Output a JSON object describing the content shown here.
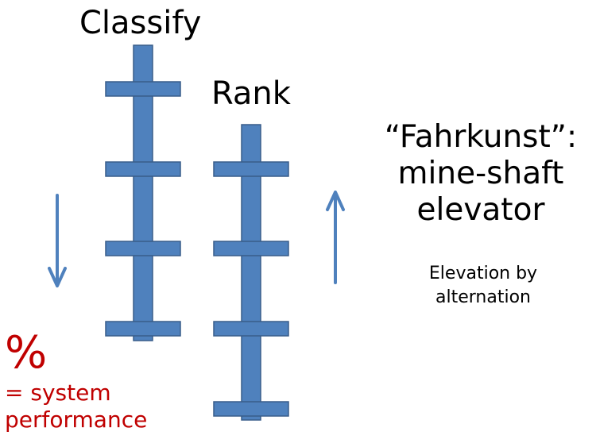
{
  "labels": {
    "classify": "Classify",
    "rank": "Rank",
    "headline_line1": "“Fahrkunst”:",
    "headline_line2": "mine-shaft",
    "headline_line3": "elevator",
    "caption_line1": "Elevation by",
    "caption_line2": "alternation",
    "percent_symbol": "%",
    "percent_line1": "= system",
    "percent_line2": "performance"
  },
  "colors": {
    "shaft": "#4f81bd",
    "shaft_border": "#385d8a",
    "arrow": "#4f81bd",
    "accent": "#c00000"
  },
  "diagram": {
    "left_rod": {
      "name": "Classify",
      "platforms": 4,
      "motion": "down"
    },
    "right_rod": {
      "name": "Rank",
      "platforms": 4,
      "motion": "up"
    }
  }
}
